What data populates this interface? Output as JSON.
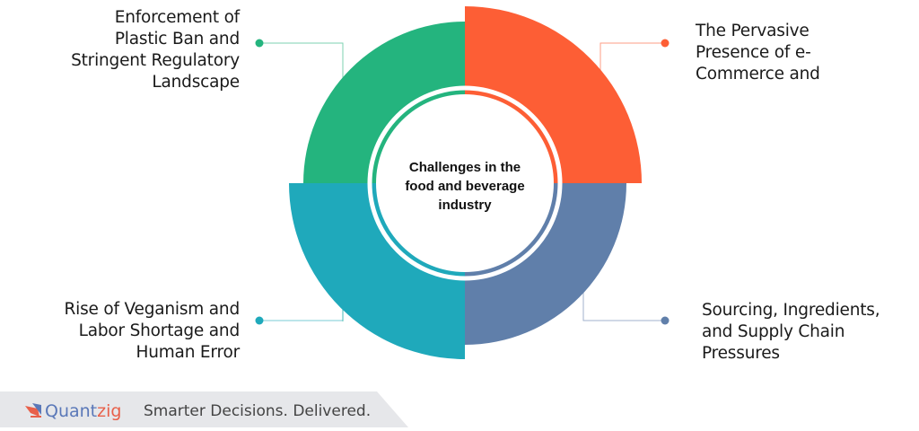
{
  "center": {
    "title": "Challenges in the food and beverage industry"
  },
  "segments": [
    {
      "id": "top-left",
      "label": "Enforcement of\nPlastic Ban and\nStringent Regulatory\nLandscape",
      "color": "#24b47e"
    },
    {
      "id": "top-right",
      "label": "The Pervasive\nPresence of e-\nCommerce and",
      "color": "#fd5e35"
    },
    {
      "id": "bottom-right",
      "label": "Sourcing, Ingredients,\nand Supply Chain\nPressures",
      "color": "#607faa"
    },
    {
      "id": "bottom-left",
      "label": "Rise of Veganism and\nLabor Shortage and\nHuman Error",
      "color": "#1fa9bb"
    }
  ],
  "footer": {
    "brand_a": "Quant",
    "brand_b": "zig",
    "tagline": "Smarter Decisions. Delivered.",
    "logo_icon": "quantzig-logo-icon"
  }
}
